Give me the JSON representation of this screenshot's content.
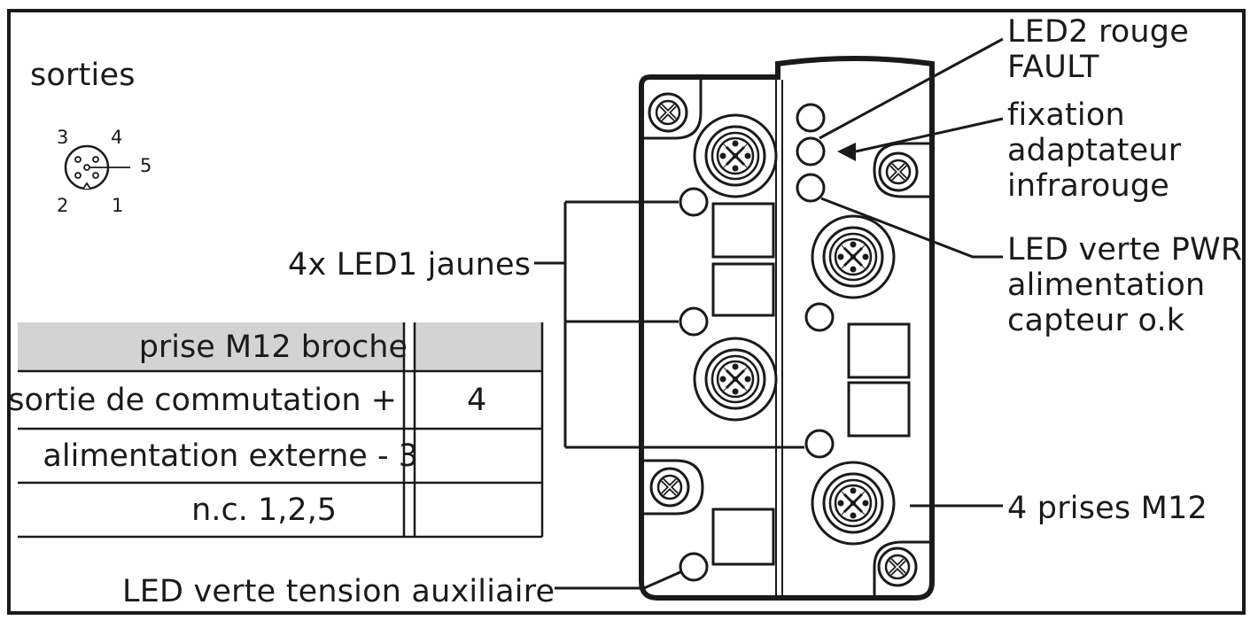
{
  "connector_diagram": {
    "title": "sorties",
    "pins": [
      "3",
      "4",
      "5",
      "2",
      "1"
    ]
  },
  "callouts": {
    "led2_line1": "LED2 rouge",
    "led2_line2": "FAULT",
    "ir_line1": "fixation",
    "ir_line2": "adaptateur",
    "ir_line3": "infrarouge",
    "pwr_line1": "LED verte PWR",
    "pwr_line2": "alimentation",
    "pwr_line3": "capteur o.k",
    "led1": "4x LED1 jaunes",
    "sockets": "4 prises M12",
    "aux": "LED verte tension auxiliaire"
  },
  "pin_table": {
    "header": "prise M12 broche",
    "rows": [
      {
        "label": "sortie de commutation +",
        "pin": "4"
      },
      {
        "label": "alimentation externe - 3",
        "pin": ""
      },
      {
        "label": "n.c. 1,2,5",
        "pin": ""
      }
    ],
    "header_bg": "#d3d3d3"
  },
  "colors": {
    "ink": "#1a1a1a",
    "background": "#ffffff"
  }
}
